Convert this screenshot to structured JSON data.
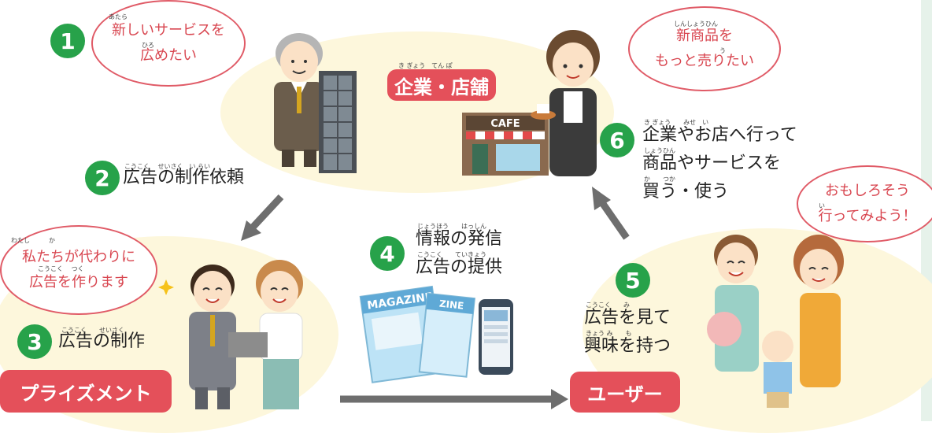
{
  "steps": [
    {
      "number": "1"
    },
    {
      "number": "2",
      "text": "広告の制作依頼",
      "ruby": "こうこく　 せいさく　い らい"
    },
    {
      "number": "3",
      "text": "広告の制作",
      "ruby": "こうこく　　せいさく"
    },
    {
      "number": "4",
      "lines": [
        "情報の発信",
        "広告の提供"
      ],
      "ruby": [
        "じょうほう　　はっしん",
        "こうこく　　ていきょう"
      ]
    },
    {
      "number": "5",
      "lines": [
        "広告を見て",
        "興味を持つ"
      ],
      "ruby": [
        "こうこく　　み",
        "きょう み　　も"
      ]
    },
    {
      "number": "6",
      "lines": [
        "企業やお店へ行って",
        "商品やサービスを",
        "買う・使う"
      ],
      "ruby": [
        "き ぎょう　　みせ　い",
        "しょうひん",
        "か　　つか"
      ]
    }
  ],
  "bubbles": {
    "company_man": {
      "lines": [
        "新しいサービスを",
        "広めたい"
      ],
      "ruby": [
        "あたら",
        "ひろ"
      ]
    },
    "shop_woman": {
      "lines": [
        "新商品を",
        "もっと売りたい"
      ],
      "ruby": [
        "しんしょうひん",
        "う"
      ]
    },
    "agency": {
      "lines": [
        "私たちが代わりに",
        "広告を作ります"
      ],
      "ruby": [
        "わたし　　　か",
        "こうこく　 つく"
      ]
    },
    "family": {
      "lines": [
        "おもしろそう",
        "行ってみよう！"
      ],
      "ruby": [
        "",
        "い"
      ]
    }
  },
  "labels": {
    "company": {
      "text": "企業・店舗",
      "ruby": "き ぎょう　てん ぽ"
    },
    "agency": "プライズメント",
    "user": "ユーザー"
  },
  "illustration": {
    "cafe_sign": "CAFE",
    "magazine1": "MAGAZINE",
    "magazine2": "ZINE"
  },
  "colors": {
    "step_badge": "#27a24a",
    "label_bg": "#e4505a",
    "bubble_border": "#e05b67",
    "blob": "#fdf7dc",
    "arrow": "#6e6e6e"
  }
}
